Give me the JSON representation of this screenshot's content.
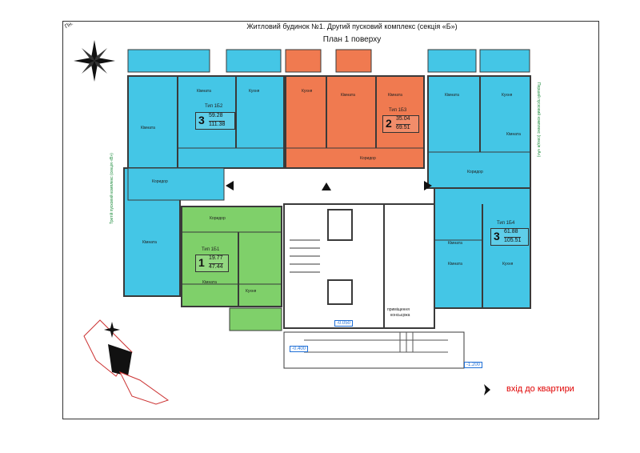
{
  "header": {
    "corner": "Пн.",
    "title": "Житловий будинок №1. Другий пусковий комплекс (секція «Б»)",
    "plan": "План 1 поверху"
  },
  "colors": {
    "blue": "#44c6e6",
    "blue_dark": "#23a8d6",
    "orange": "#f07a50",
    "green": "#7fd06a",
    "wall": "#3a3a3a",
    "legend_red": "#e00000"
  },
  "units": [
    {
      "id": "1Б2",
      "type_label": "Тип 1Б2",
      "rooms": "3",
      "area_living": "59.28",
      "area_total": "111.38"
    },
    {
      "id": "1Б3",
      "type_label": "Тип 1Б3",
      "rooms": "2",
      "area_living": "35.04",
      "area_total": "69.51"
    },
    {
      "id": "1Б1",
      "type_label": "Тип 1Б1",
      "rooms": "1",
      "area_living": "19.77",
      "area_total": "47.44"
    },
    {
      "id": "1Б4",
      "type_label": "Тип 1Б4",
      "rooms": "3",
      "area_living": "61.88",
      "area_total": "105.51"
    }
  ],
  "rooms": {
    "kimnata": "Кімната",
    "kukhnia": "Кухня",
    "korydor": "Коридор"
  },
  "labels": {
    "concierge_1": "приміщення",
    "concierge_2": "консьєржа",
    "left_side": "Третій пусковий комплекс (секція «В»)",
    "right_side": "Перший пусковий комплекс (секція «А»)",
    "level_1": "-0.050",
    "level_2": "-0.400",
    "level_3": "-1.200"
  },
  "legend": {
    "entrance": "вхід до квартири"
  }
}
